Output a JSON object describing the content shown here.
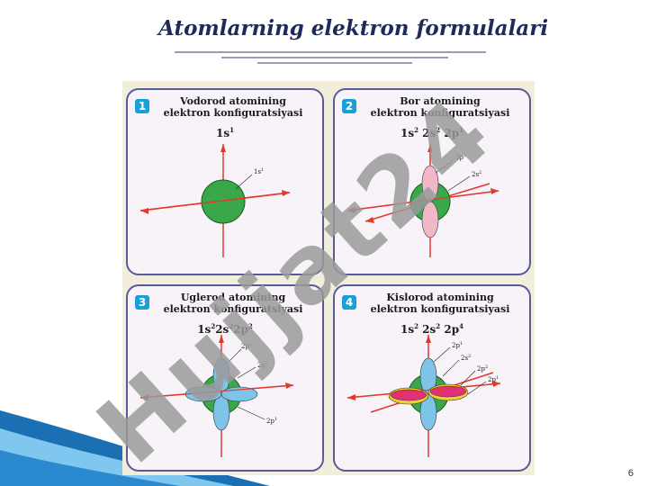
{
  "slide": {
    "title": "Atomlarning elektron formulalari",
    "page_number": "6"
  },
  "watermark": {
    "text": "Hujjat24"
  },
  "panels": [
    {
      "number": "1",
      "title_line1": "Vodorod atomining",
      "title_line2": "elektron konfiguratsiyasi",
      "formula": [
        {
          "base": "1s",
          "sup": "1"
        }
      ],
      "orbital_labels": [
        {
          "base": "1s",
          "sup": "1"
        }
      ]
    },
    {
      "number": "2",
      "title_line1": "Bor  atomining",
      "title_line2": "elektron konfiguratsiyasi",
      "formula": [
        {
          "base": "1s",
          "sup": "2"
        },
        {
          "base": " 2s",
          "sup": "2"
        },
        {
          "base": " 2p",
          "sup": "1"
        }
      ],
      "orbital_labels": [
        {
          "base": "2p",
          "sup": "1"
        },
        {
          "base": "2s",
          "sup": "2"
        }
      ]
    },
    {
      "number": "3",
      "title_line1": "Uglerod atomining",
      "title_line2": "elektron konfiguratsiyasi",
      "formula": [
        {
          "base": "1s",
          "sup": "2"
        },
        {
          "base": "2s",
          "sup": "2"
        },
        {
          "base": "2p",
          "sup": "2"
        }
      ],
      "orbital_labels": [
        {
          "base": "2p",
          "sup": "1"
        },
        {
          "base": "2s",
          "sup": "2"
        },
        {
          "base": "2p",
          "sup": "1"
        }
      ]
    },
    {
      "number": "4",
      "title_line1": "Kislorod atomining",
      "title_line2": "elektron konfiguratsiyasi",
      "formula": [
        {
          "base": "1s",
          "sup": "2"
        },
        {
          "base": " 2s",
          "sup": "2"
        },
        {
          "base": " 2p",
          "sup": "4"
        }
      ],
      "orbital_labels": [
        {
          "base": "2p",
          "sup": "1"
        },
        {
          "base": "2s",
          "sup": "2"
        },
        {
          "base": "2p",
          "sup": "2"
        },
        {
          "base": "2p",
          "sup": "1"
        }
      ]
    }
  ],
  "colors": {
    "sphere": "#3aa84a",
    "axis": "#e03a2a",
    "p_orbital_pink": "#f2b8c8",
    "p_orbital_blue": "#7ec3e8",
    "p_orbital_magenta": "#e0307a",
    "p_orbital_yellow": "#f0d030",
    "panel_border": "#5a5a9a",
    "number_badge": "#1aa0d8",
    "title_text": "#1f2a5a"
  }
}
